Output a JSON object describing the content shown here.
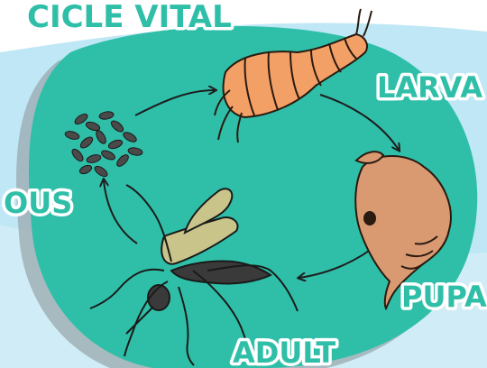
{
  "title": "CICLE VITAL",
  "stages": {
    "eggs": "OUS",
    "larva": "LARVA",
    "pupa": "PUPA",
    "adult": "ADULT"
  },
  "colors": {
    "background_blue": "#bfe7f5",
    "blob_teal": "#2fbfa8",
    "shadow": "#9aa8ad",
    "label_fill": "#2fbfa8",
    "label_outline": "#ffffff",
    "larva": "#f3a066",
    "pupa": "#d99a72",
    "mosquito": "#3a3a3a",
    "wing": "#c9c58a",
    "eggs": "#4a4a4a",
    "arrow": "#1e1e1e"
  },
  "icons": [
    "eggs-icon",
    "larva-icon",
    "pupa-icon",
    "mosquito-icon",
    "cycle-arrow-icon"
  ]
}
